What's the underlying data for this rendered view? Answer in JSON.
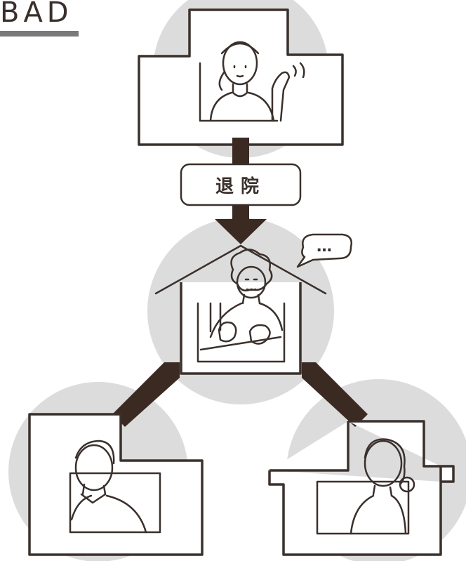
{
  "heading": "BAD",
  "discharge_label": "退院",
  "speech_bubble_text": "…",
  "colors": {
    "line": "#3a302c",
    "arrow": "#3a2a22",
    "circle": "#dcdcdc",
    "accent_bar": "#7a7a7a",
    "background": "#ffffff"
  },
  "nodes": [
    {
      "name": "hospital-room",
      "person": "patient-waving"
    },
    {
      "name": "home",
      "person": "elderly-patient-at-table"
    },
    {
      "name": "family-home-left",
      "person": "man"
    },
    {
      "name": "family-home-right",
      "person": "woman"
    }
  ],
  "icons": [
    "down-arrow-icon",
    "up-right-arrow-icon",
    "up-left-arrow-icon",
    "speech-bubble-icon"
  ]
}
